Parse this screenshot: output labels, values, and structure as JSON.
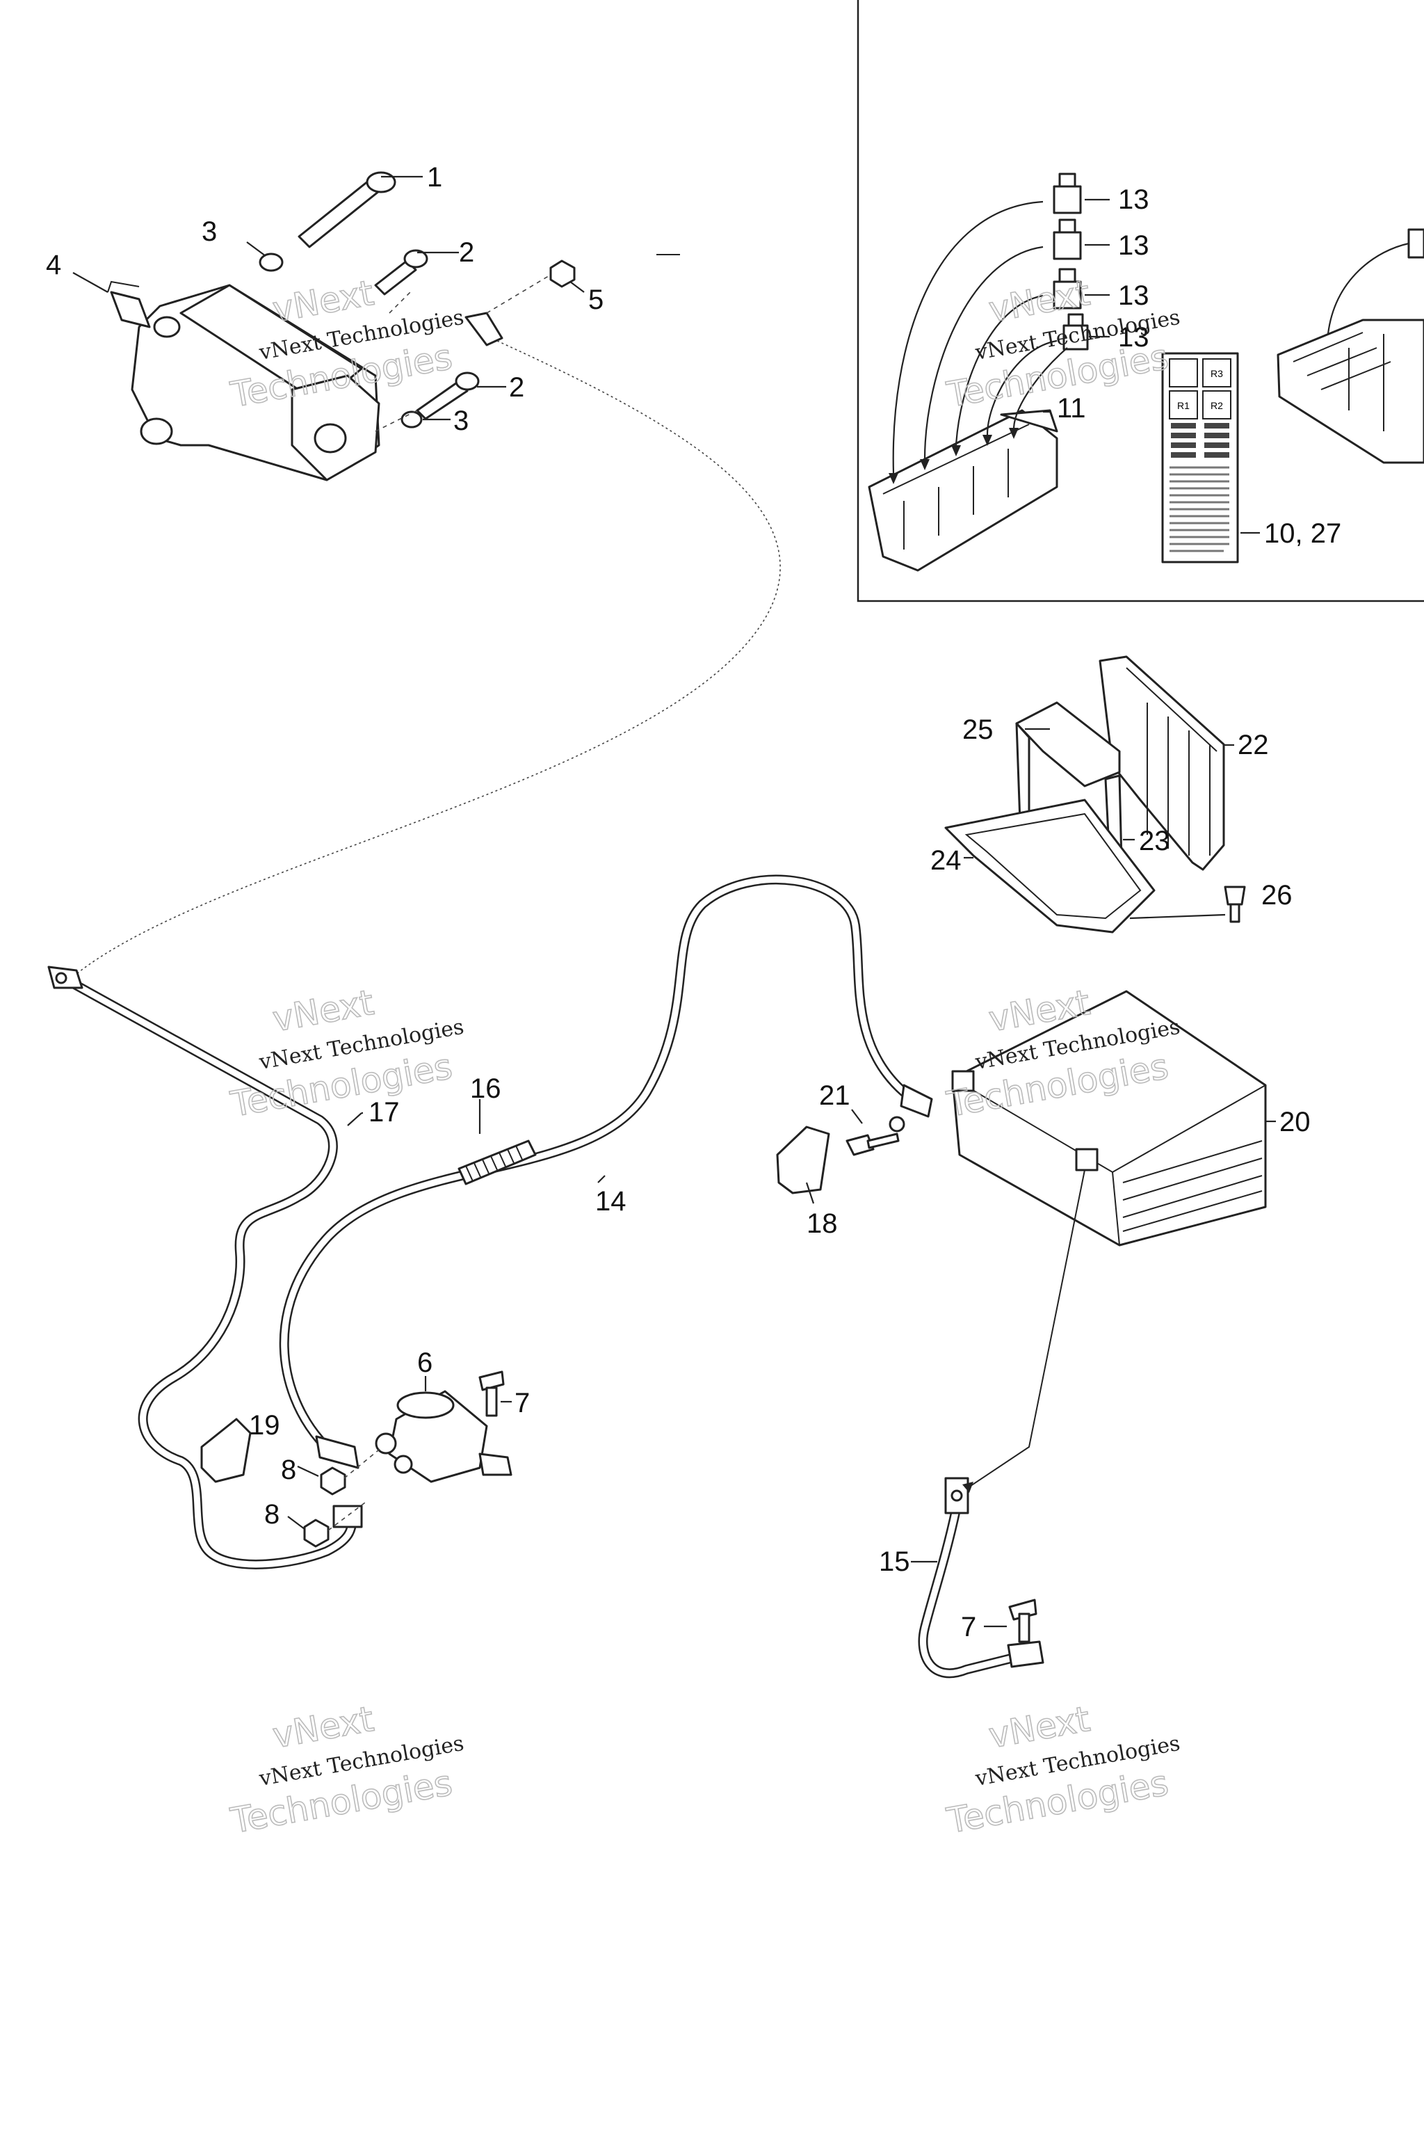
{
  "callouts": {
    "c1": "1",
    "c2a": "2",
    "c2b": "2",
    "c3a": "3",
    "c3b": "3",
    "c4": "4",
    "c5": "5",
    "c6": "6",
    "c7a": "7",
    "c7b": "7",
    "c8a": "8",
    "c8b": "8",
    "c10_27": "10, 27",
    "c11": "11",
    "c13a": "13",
    "c13b": "13",
    "c13c": "13",
    "c13d": "13",
    "c14": "14",
    "c15": "15",
    "c16": "16",
    "c17": "17",
    "c18": "18",
    "c19": "19",
    "c20": "20",
    "c21": "21",
    "c22": "22",
    "c23": "23",
    "c24": "24",
    "c25": "25",
    "c26": "26"
  },
  "fuse_chart": {
    "relays": [
      "R3",
      "R1",
      "R2"
    ]
  },
  "watermark": {
    "line1": "vNext",
    "line2": "vNext Technologies",
    "line3": "Technologies"
  }
}
